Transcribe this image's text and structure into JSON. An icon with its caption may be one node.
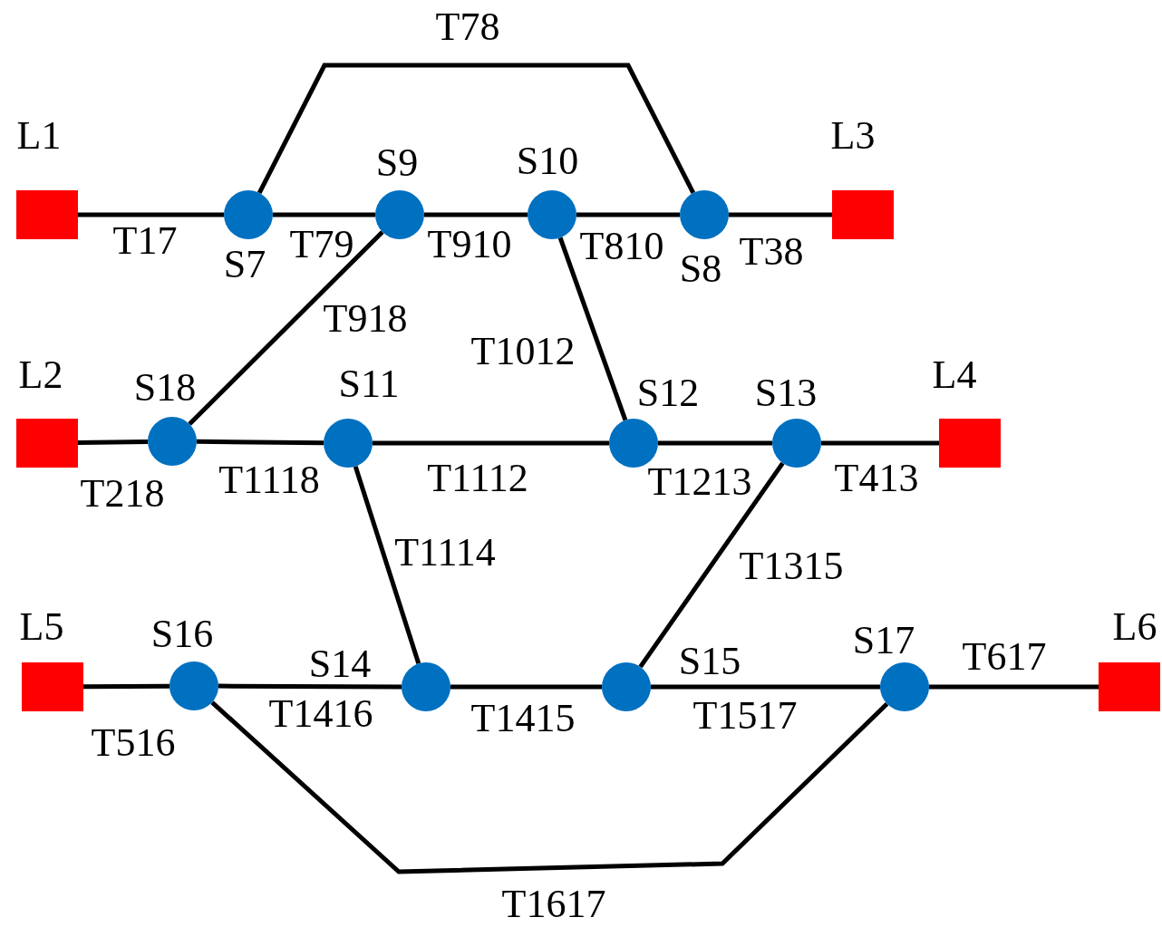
{
  "diagram": {
    "nodes": [
      {
        "text": [
          "L1"
        ]
      },
      {
        "text": [
          "S7"
        ]
      },
      {
        "text": [
          "S9"
        ]
      },
      {
        "text": [
          "S10"
        ]
      },
      {
        "text": [
          "S8"
        ]
      },
      {
        "text": [
          "L3"
        ]
      },
      {
        "text": [
          "L2"
        ]
      },
      {
        "text": [
          "S18"
        ]
      },
      {
        "text": [
          "S11"
        ]
      },
      {
        "text": [
          "S12"
        ]
      },
      {
        "text": [
          "S13"
        ]
      },
      {
        "text": [
          "L4"
        ]
      },
      {
        "text": [
          "L5"
        ]
      },
      {
        "text": [
          "S16"
        ]
      },
      {
        "text": [
          "S14"
        ]
      },
      {
        "text": [
          "S15"
        ]
      },
      {
        "text": [
          "S17"
        ]
      },
      {
        "text": [
          "L6"
        ]
      }
    ],
    "edges": [
      {
        "from": 0,
        "to": 1,
        "arrow": "none",
        "label": "T17"
      },
      {
        "from": 1,
        "to": 4,
        "arrow": "none",
        "label": "T78"
      },
      {
        "from": 1,
        "to": 2,
        "arrow": "none",
        "label": "T79"
      },
      {
        "from": 2,
        "to": 3,
        "arrow": "none",
        "label": "T910"
      },
      {
        "from": 3,
        "to": 4,
        "arrow": "none",
        "label": "T810"
      },
      {
        "from": 4,
        "to": 5,
        "arrow": "none",
        "label": "T38"
      },
      {
        "from": 2,
        "to": 7,
        "arrow": "none",
        "label": "T918"
      },
      {
        "from": 3,
        "to": 9,
        "arrow": "none",
        "label": "T1012"
      },
      {
        "from": 6,
        "to": 7,
        "arrow": "none",
        "label": "T218"
      },
      {
        "from": 7,
        "to": 8,
        "arrow": "none",
        "label": "T1118"
      },
      {
        "from": 8,
        "to": 9,
        "arrow": "none",
        "label": "T1112"
      },
      {
        "from": 9,
        "to": 10,
        "arrow": "none",
        "label": "T1213"
      },
      {
        "from": 10,
        "to": 11,
        "arrow": "none",
        "label": "T413"
      },
      {
        "from": 8,
        "to": 14,
        "arrow": "none",
        "label": "T1114"
      },
      {
        "from": 10,
        "to": 15,
        "arrow": "none",
        "label": "T1315"
      },
      {
        "from": 12,
        "to": 13,
        "arrow": "none",
        "label": "T516"
      },
      {
        "from": 13,
        "to": 14,
        "arrow": "none",
        "label": "T1416"
      },
      {
        "from": 14,
        "to": 15,
        "arrow": "none",
        "label": "T1415"
      },
      {
        "from": 15,
        "to": 16,
        "arrow": "none",
        "label": "T1517"
      },
      {
        "from": 16,
        "to": 17,
        "arrow": "none",
        "label": "T617"
      },
      {
        "from": 13,
        "to": 16,
        "arrow": "none",
        "label": "T1617"
      }
    ]
  }
}
